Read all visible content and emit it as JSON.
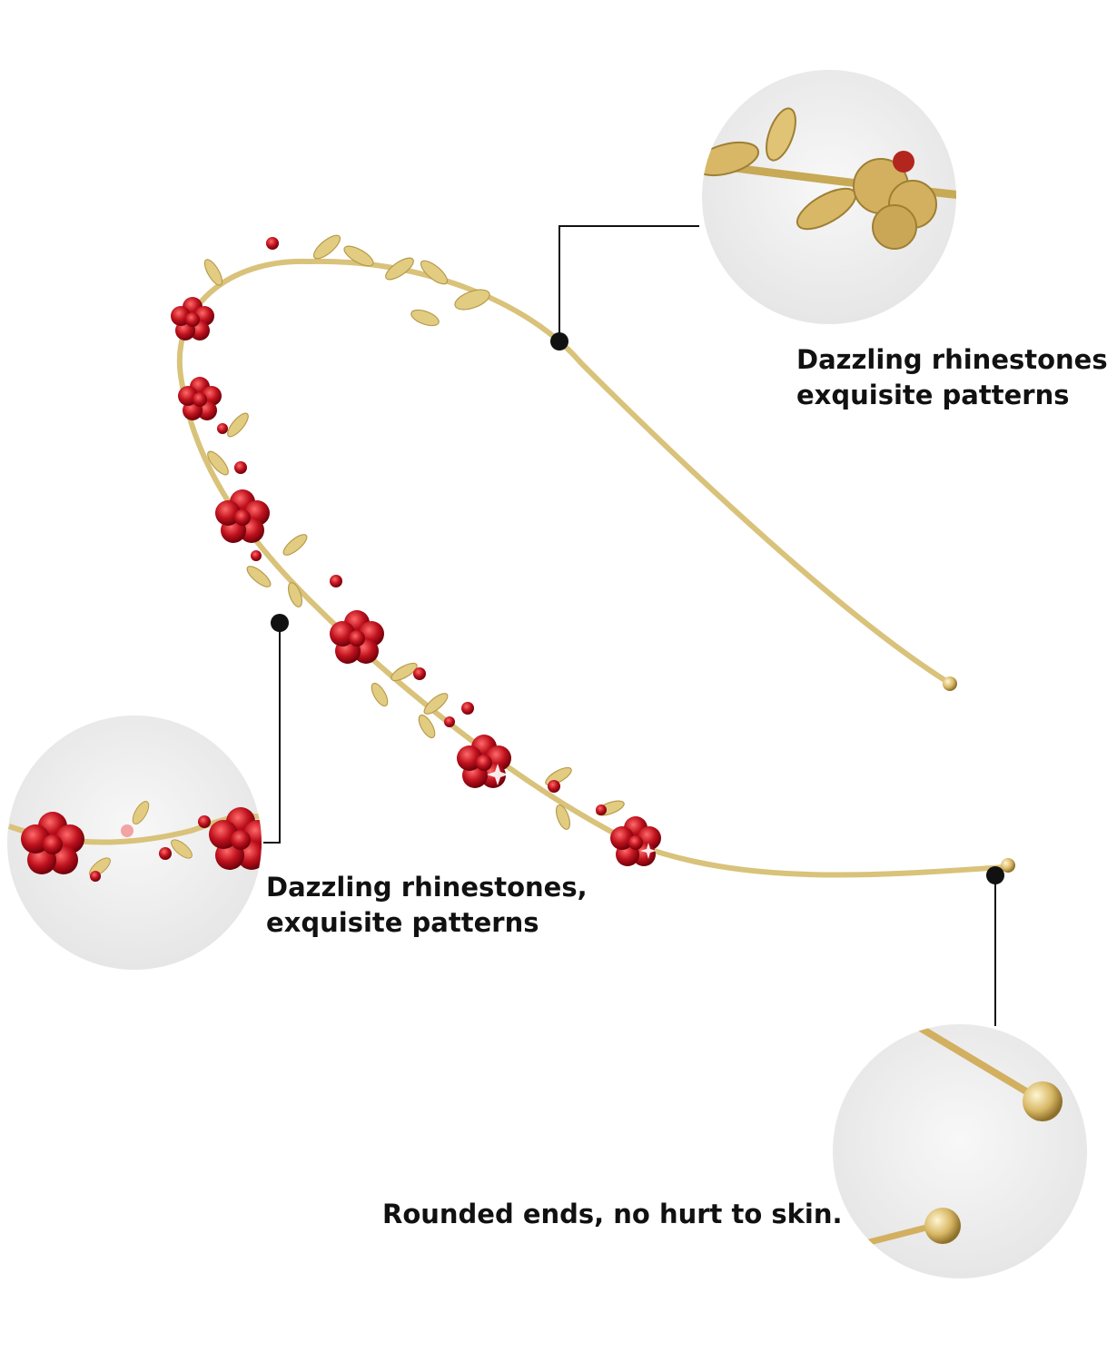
{
  "callouts": {
    "top": {
      "line1": "Dazzling rhinestones,",
      "line2": "exquisite patterns"
    },
    "middle": {
      "line1": "Dazzling rhinestones,",
      "line2": "exquisite patterns"
    },
    "bottom": {
      "text": "Rounded ends, no hurt to skin."
    }
  },
  "colors": {
    "background": "#ffffff",
    "gold": "#d9c27a",
    "crystal_red": "#c0121e",
    "leader_line": "#111111",
    "detail_circle": "#eeeeee"
  },
  "product": "gold headband with red rhinestone flower vine"
}
